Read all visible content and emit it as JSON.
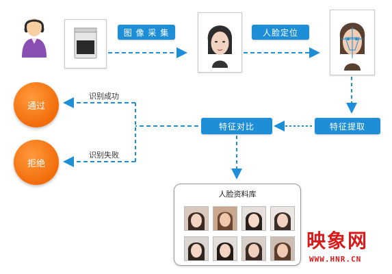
{
  "colors": {
    "accent": "#1e8fd6",
    "decision": "#f26c0a",
    "watermark": "#d91a1a"
  },
  "flow": {
    "capture_label": "图 像 采 集",
    "locate_label": "人脸定位",
    "extract_label": "特征提取",
    "compare_label": "特征对比",
    "pass_label": "通过",
    "reject_label": "拒绝",
    "success_label": "识别成功",
    "fail_label": "识别失败",
    "database_title": "人脸资料库"
  },
  "icons": {
    "person": "person-icon",
    "scanner": "scanner-icon",
    "face": "face-icon",
    "face_located": "face-locating-icon"
  },
  "watermark": {
    "brand": "映象网",
    "url": "WWW.HNR.CN"
  }
}
